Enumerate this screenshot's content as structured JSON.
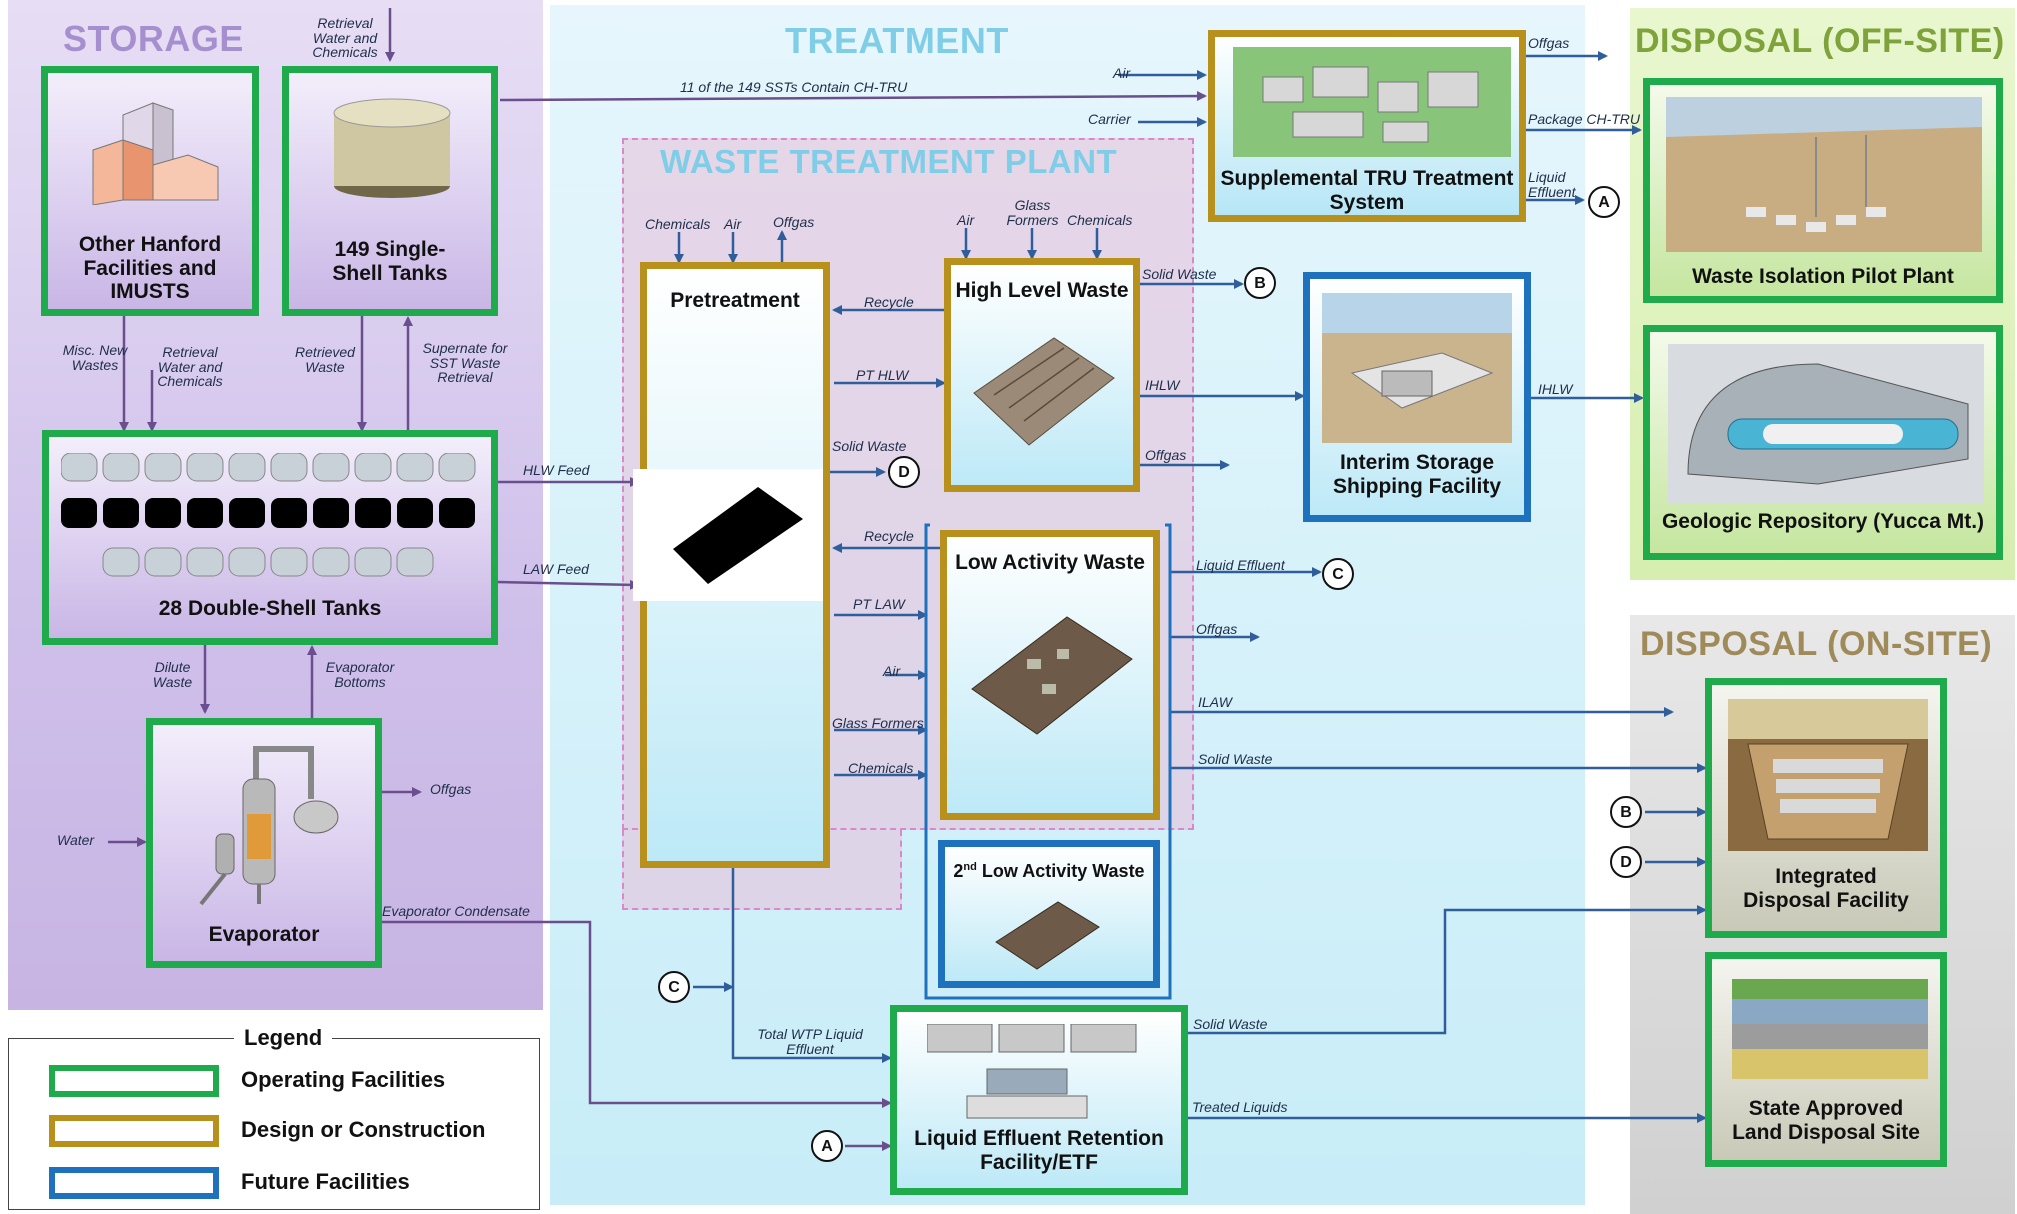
{
  "regions": {
    "storage": "STORAGE",
    "treatment": "TREATMENT",
    "wtp": "WASTE TREATMENT PLANT",
    "disposal_off": "DISPOSAL (OFF-SITE)",
    "disposal_on": "DISPOSAL (ON-SITE)"
  },
  "boxes": {
    "other_hanford": "Other Hanford Facilities and IMUSTS",
    "sst": "149 Single-Shell Tanks",
    "dst": "28 Double-Shell Tanks",
    "evaporator": "Evaporator",
    "pretreatment": "Pretreatment",
    "hlw": "High Level Waste",
    "law": "Low Activity Waste",
    "law2_sup": "nd",
    "law2_pre": "2",
    "law2_rest": " Low Activity Waste",
    "supp_tru": "Supplemental TRU Treatment System",
    "interim": "Interim Storage Shipping Facility",
    "lerf": "Liquid Effluent Retention Facility/ETF",
    "wipp": "Waste Isolation Pilot Plant",
    "yucca": "Geologic Repository (Yucca Mt.)",
    "idf": "Integrated Disposal Facility",
    "sald": "State Approved Land Disposal Site"
  },
  "flows": {
    "retrieval_water_top": "Retrieval Water and Chemicals",
    "ssts_ch_tru": "11 of the 149 SSTs Contain CH-TRU",
    "misc_new": "Misc. New Wastes",
    "retrieval_water_dst": "Retrieval Water and Chemicals",
    "retrieved_waste": "Retrieved Waste",
    "supernate": "Supernate for SST Waste Retrieval",
    "hlw_feed": "HLW Feed",
    "law_feed": "LAW Feed",
    "dilute_waste": "Dilute Waste",
    "evap_bottoms": "Evaporator Bottoms",
    "offgas_evap": "Offgas",
    "water": "Water",
    "evap_condensate": "Evaporator Condensate",
    "air_tru": "Air",
    "carrier": "Carrier",
    "offgas_tru": "Offgas",
    "package_ch_tru": "Package CH-TRU",
    "liquid_effluent_tru": "Liquid Effluent",
    "chemicals_pt": "Chemicals",
    "air_pt": "Air",
    "offgas_pt": "Offgas",
    "air_hlw": "Air",
    "glass_formers_hlw": "Glass Formers",
    "chemicals_hlw": "Chemicals",
    "recycle_hlw": "Recycle",
    "solid_waste_hlw": "Solid Waste",
    "pt_hlw": "PT HLW",
    "ihlw_1": "IHLW",
    "ihlw_2": "IHLW",
    "solid_waste_pt": "Solid Waste",
    "offgas_hlw": "Offgas",
    "recycle_law": "Recycle",
    "pt_law": "PT LAW",
    "air_law": "Air",
    "glass_formers_law": "Glass Formers",
    "chemicals_law": "Chemicals",
    "liquid_effluent_law": "Liquid Effluent",
    "offgas_law": "Offgas",
    "ilaw": "ILAW",
    "solid_waste_law": "Solid Waste",
    "total_wtp": "Total WTP Liquid Effluent",
    "solid_waste_lerf": "Solid Waste",
    "treated_liquids": "Treated Liquids"
  },
  "connectors": {
    "A": "A",
    "B": "B",
    "C": "C",
    "D": "D"
  },
  "legend": {
    "title": "Legend",
    "operating": "Operating Facilities",
    "design": "Design or Construction",
    "future": "Future Facilities"
  },
  "colors": {
    "operating": "#1faa4b",
    "design": "#b8901c",
    "future": "#1e72bd",
    "arrow_purple": "#6a4e8e",
    "arrow_blue": "#2f5e9a"
  }
}
